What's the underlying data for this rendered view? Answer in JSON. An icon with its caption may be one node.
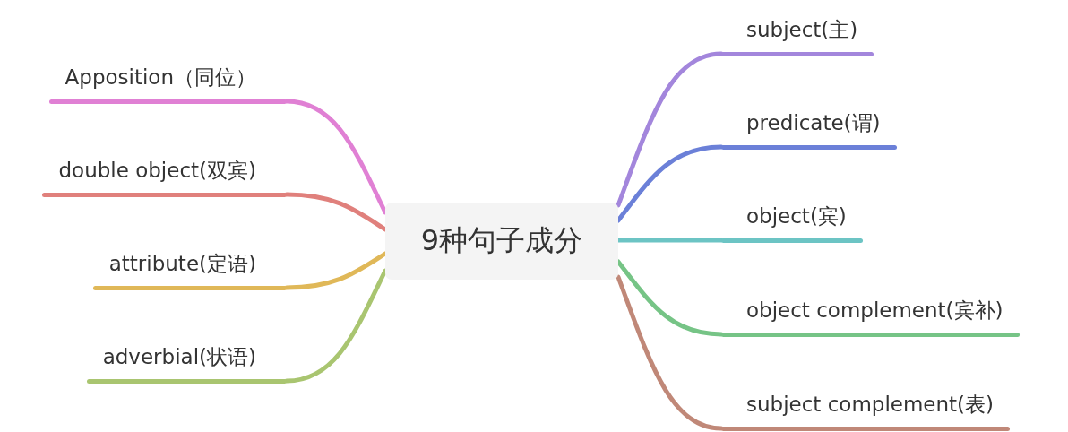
{
  "diagram": {
    "nodes": [
      {
        "text": [
          "9种句子成分"
        ]
      },
      {
        "text": [
          "subject(主)"
        ]
      },
      {
        "text": [
          "predicate(谓)"
        ]
      },
      {
        "text": [
          "object(宾)"
        ]
      },
      {
        "text": [
          "object complement(宾补)"
        ]
      },
      {
        "text": [
          "subject complement(表)"
        ]
      },
      {
        "text": [
          "Apposition（同位）"
        ]
      },
      {
        "text": [
          "double object(双宾)"
        ]
      },
      {
        "text": [
          "attribute(定语)"
        ]
      },
      {
        "text": [
          "adverbial(状语)"
        ]
      }
    ],
    "edges": [
      {
        "from": 0,
        "to": 1,
        "arrow": "none",
        "color": "#a386dc"
      },
      {
        "from": 0,
        "to": 2,
        "arrow": "none",
        "color": "#6b80d8"
      },
      {
        "from": 0,
        "to": 3,
        "arrow": "none",
        "color": "#6cc4c4"
      },
      {
        "from": 0,
        "to": 4,
        "arrow": "none",
        "color": "#76c486"
      },
      {
        "from": 0,
        "to": 5,
        "arrow": "none",
        "color": "#c08878"
      },
      {
        "from": 0,
        "to": 6,
        "arrow": "none",
        "color": "#e080d4"
      },
      {
        "from": 0,
        "to": 7,
        "arrow": "none",
        "color": "#e0807c"
      },
      {
        "from": 0,
        "to": 8,
        "arrow": "none",
        "color": "#e0b858"
      },
      {
        "from": 0,
        "to": 9,
        "arrow": "none",
        "color": "#a9c570"
      }
    ]
  }
}
